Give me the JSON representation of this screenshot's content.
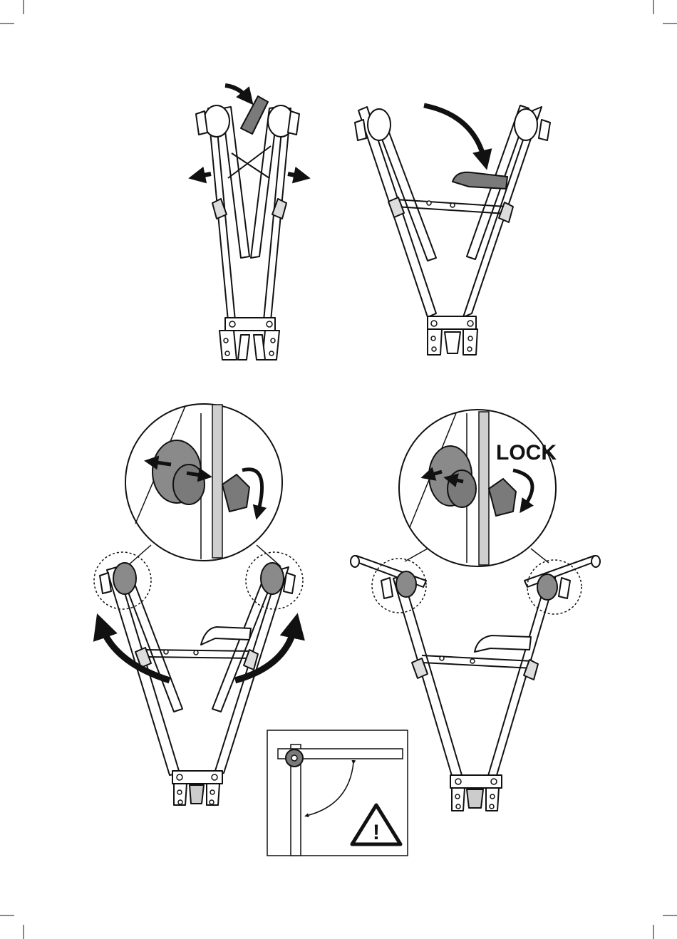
{
  "page": {
    "background": "#ffffff",
    "ink": "#111111",
    "grey_part": "#7a7a7a",
    "light_grey": "#cfcfcf"
  },
  "steps": [
    {
      "id": "step-1",
      "description_icon": "unfold-arms-outward-icon"
    },
    {
      "id": "step-2",
      "description_icon": "swing-arm-down-icon"
    },
    {
      "id": "step-3",
      "description_icon": "rotate-arms-upward-icon"
    },
    {
      "id": "step-4",
      "description_icon": "lock-arms-icon"
    }
  ],
  "labels": {
    "lock": "LOCK"
  },
  "inset": {
    "warning_icon": "warning-triangle-icon",
    "warning_mark": "!"
  }
}
